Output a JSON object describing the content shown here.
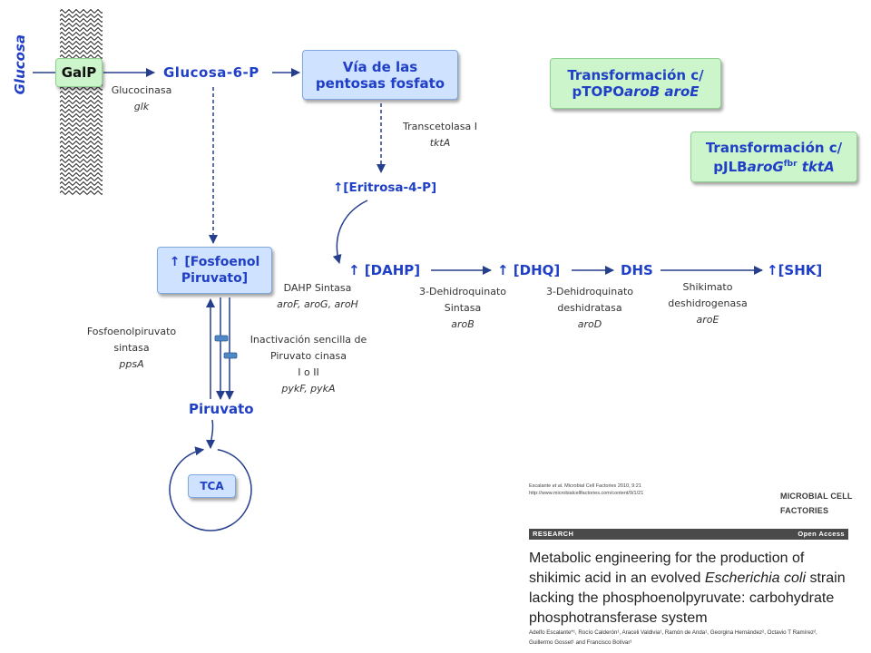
{
  "colors": {
    "metabolite": "#1f3fc6",
    "arrow": "#263f8c",
    "label": "#333333",
    "box_blue": "#cfe2ff",
    "box_green": "#ccf5cc",
    "marker": "#4f86c6",
    "logo": "#e8892b",
    "research_bar": "#4a4a4a"
  },
  "membrane": {
    "substrate": "Glucosa",
    "transporter": "GalP"
  },
  "glucose6p": "Glucosa-6-P",
  "glucokinase": {
    "enzyme": "Glucocinasa",
    "gene": "glk"
  },
  "pentose_phosphate_box": {
    "line1": "Vía de las",
    "line2": "pentosas fosfato"
  },
  "transketolase": {
    "enzyme": "Transcetolasa I",
    "gene": "tktA"
  },
  "erythrose4p": "↑[Eritrosa-4-P]",
  "pep_box": {
    "line1": "↑ [Fosfoenol",
    "line2": "Piruvato]"
  },
  "dahp_synthase": {
    "enzyme": "DAHP Sintasa",
    "genes": "aroF, aroG, aroH"
  },
  "shikimate_pathway": {
    "dahp": "↑ [DAHP]",
    "dhq": "↑ [DHQ]",
    "dhs": "DHS",
    "shk": "↑[SHK]"
  },
  "dhq_synthase": {
    "line1": "3-Dehidroquinato",
    "line2": "Sintasa",
    "gene": "aroB"
  },
  "dhq_dehydratase": {
    "line1": "3-Dehidroquinato",
    "line2": "deshidratasa",
    "gene": "aroD"
  },
  "shikimate_dehydrogenase": {
    "line1": "Shikimato",
    "line2": "deshidrogenasa",
    "gene": "aroE"
  },
  "pep_synthase": {
    "line1": "Fosfoenolpiruvato",
    "line2": "sintasa",
    "gene": "ppsA"
  },
  "pyruvate_kinase": {
    "line1": "Inactivación sencilla de",
    "line2": "Piruvato cinasa",
    "line3": "I o II",
    "genes": "pykF, pykA"
  },
  "pyruvate": "Piruvato",
  "tca": "TCA",
  "transformation_1": {
    "line1": "Transformación c/",
    "plasmid": "pTOPO",
    "genes": "aroB aroE"
  },
  "transformation_2": {
    "line1": "Transformación c/",
    "plasmid": "pJLB",
    "gene_a": "aroG",
    "gene_a_sup": "fbr",
    "gene_b": "tktA"
  },
  "paper": {
    "citation_author": "Escalante",
    "citation_etal": "et al.",
    "citation_rest": "Microbial Cell Factories 2010, 9:21",
    "url": "http://www.microbialcellfactories.com/content/9/1/21",
    "journal_line1": "MICROBIAL CELL",
    "journal_line2": "FACTORIES",
    "section": "RESEARCH",
    "access": "Open Access",
    "title_line1": "Metabolic engineering for the production of",
    "title_line2_a": "shikimic acid in an evolved",
    "title_line2_italic": "Escherichia coli",
    "title_line2_b": "strain",
    "title_line3": "lacking the phosphoenolpyruvate: carbohydrate",
    "title_line4": "phosphotransferase system",
    "authors_line1": "Adelfo Escalante*¹, Rocío Calderón¹, Araceli Valdivia¹, Ramón de Anda¹, Georgina Hernández², Octavio T Ramírez²,",
    "authors_line2": "Guillermo Gosset¹ and Francisco Bolívar¹"
  }
}
